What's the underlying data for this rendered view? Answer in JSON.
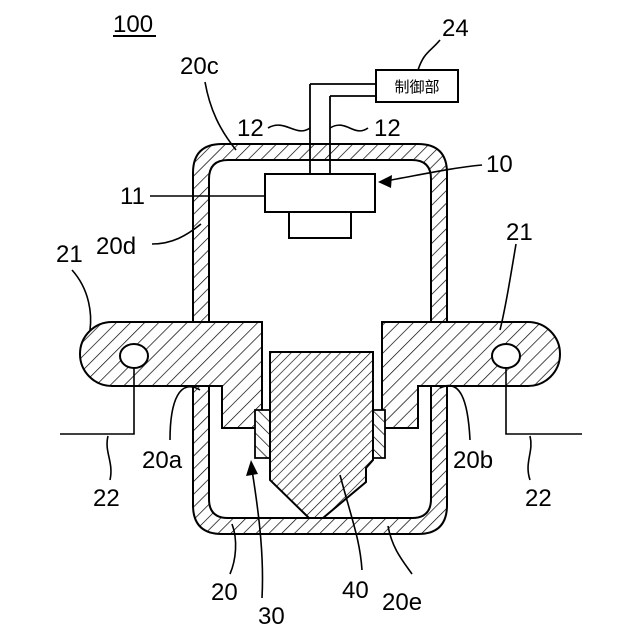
{
  "figure_number": "100",
  "controller_label": "制御部",
  "ref": {
    "r24": "24",
    "r20c": "20c",
    "r12_left": "12",
    "r12_right": "12",
    "r10": "10",
    "r11": "11",
    "r20d": "20d",
    "r21_left": "21",
    "r21_right": "21",
    "r20a": "20a",
    "r20b": "20b",
    "r22_left": "22",
    "r22_right": "22",
    "r20": "20",
    "r30": "30",
    "r40": "40",
    "r20e": "20e"
  }
}
